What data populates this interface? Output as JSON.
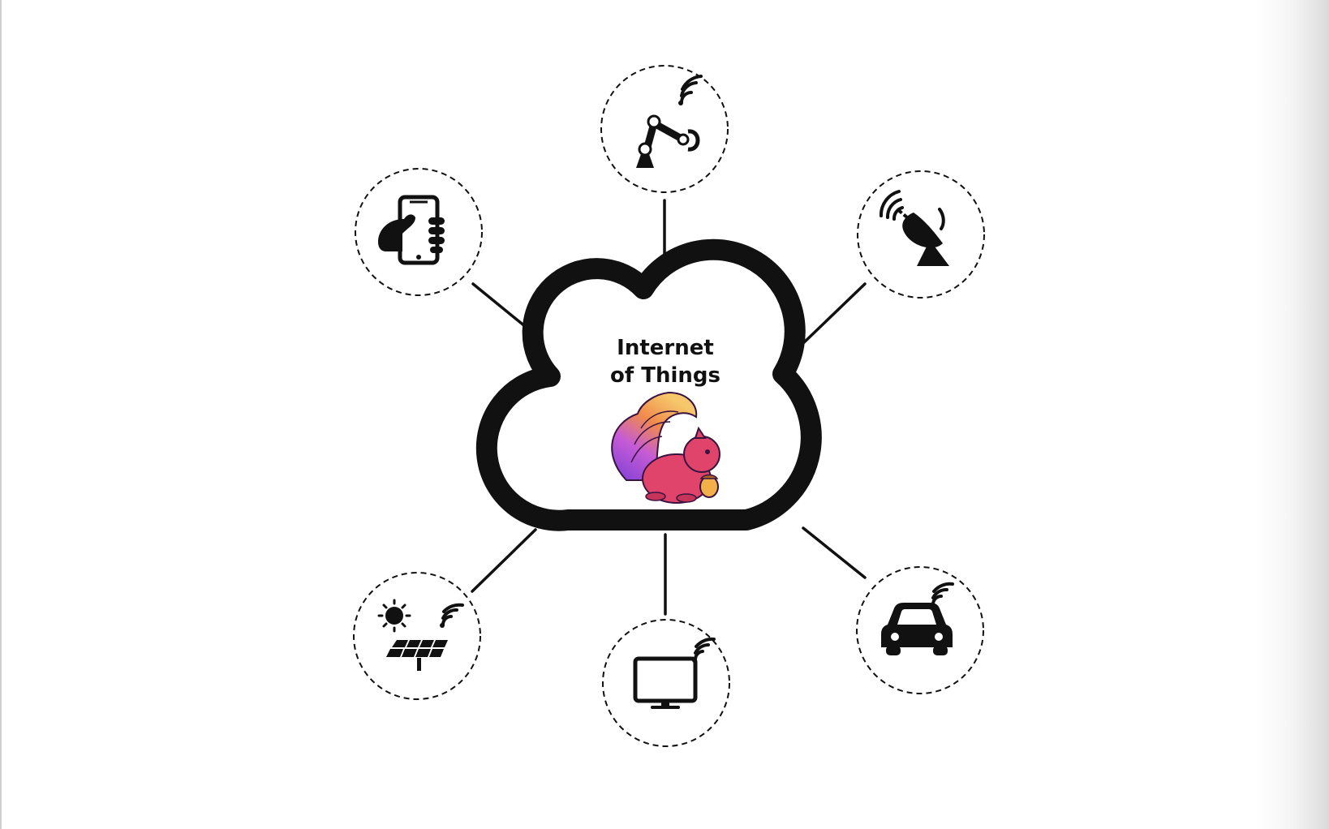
{
  "cloud": {
    "title_line1": "Internet",
    "title_line2": "of Things",
    "mascot_icon": "squirrel-mascot-icon"
  },
  "devices": [
    {
      "name": "industrial-robot-arm",
      "icon": "robot-arm-icon",
      "wireless": true
    },
    {
      "name": "smartphone",
      "icon": "smartphone-in-hand-icon",
      "wireless": false
    },
    {
      "name": "satellite-dish",
      "icon": "satellite-dish-icon",
      "wireless": true
    },
    {
      "name": "solar-panel",
      "icon": "solar-panel-icon",
      "wireless": true
    },
    {
      "name": "smart-tv",
      "icon": "monitor-icon",
      "wireless": true
    },
    {
      "name": "connected-car",
      "icon": "car-icon",
      "wireless": true
    }
  ],
  "colors": {
    "stroke": "#111111",
    "background": "#ffffff",
    "mascot_body": "#e0446a",
    "mascot_tail_purple": "#9b5de5",
    "mascot_tail_orange": "#f39c3d"
  }
}
